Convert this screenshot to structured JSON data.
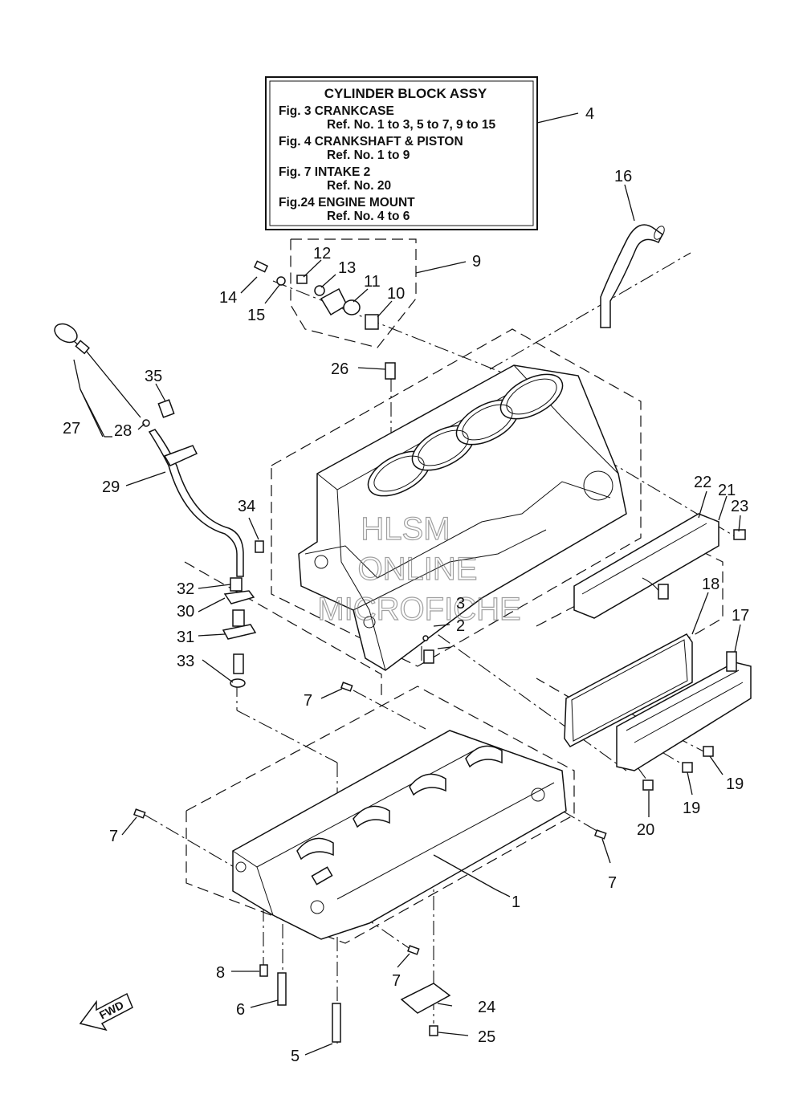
{
  "reference_box": {
    "title": "CYLINDER BLOCK ASSY",
    "lines": [
      "Fig.  3 CRANKCASE",
      "Ref. No. 1 to 3, 5 to 7, 9 to 15",
      "Fig.  4 CRANKSHAFT & PISTON",
      "Ref. No. 1 to 9",
      "Fig.  7 INTAKE 2",
      "Ref. No. 20",
      "Fig.24 ENGINE MOUNT",
      "Ref. No. 4 to 6"
    ],
    "callout": "4"
  },
  "callouts": {
    "c1": "1",
    "c2": "2",
    "c3": "3",
    "c5": "5",
    "c6": "6",
    "c7a": "7",
    "c7b": "7",
    "c7c": "7",
    "c7d": "7",
    "c8": "8",
    "c9": "9",
    "c10": "10",
    "c11": "11",
    "c12": "12",
    "c13": "13",
    "c14": "14",
    "c15": "15",
    "c16": "16",
    "c17": "17",
    "c18": "18",
    "c19a": "19",
    "c19b": "19",
    "c20": "20",
    "c21": "21",
    "c22": "22",
    "c23": "23",
    "c24": "24",
    "c25": "25",
    "c26": "26",
    "c27": "27",
    "c28": "28",
    "c29": "29",
    "c30": "30",
    "c31": "31",
    "c32": "32",
    "c33": "33",
    "c34": "34",
    "c35": "35"
  },
  "watermark": [
    "HLSM",
    "ONLINE",
    "MICROFICHE"
  ],
  "fwd_label": "FWD"
}
